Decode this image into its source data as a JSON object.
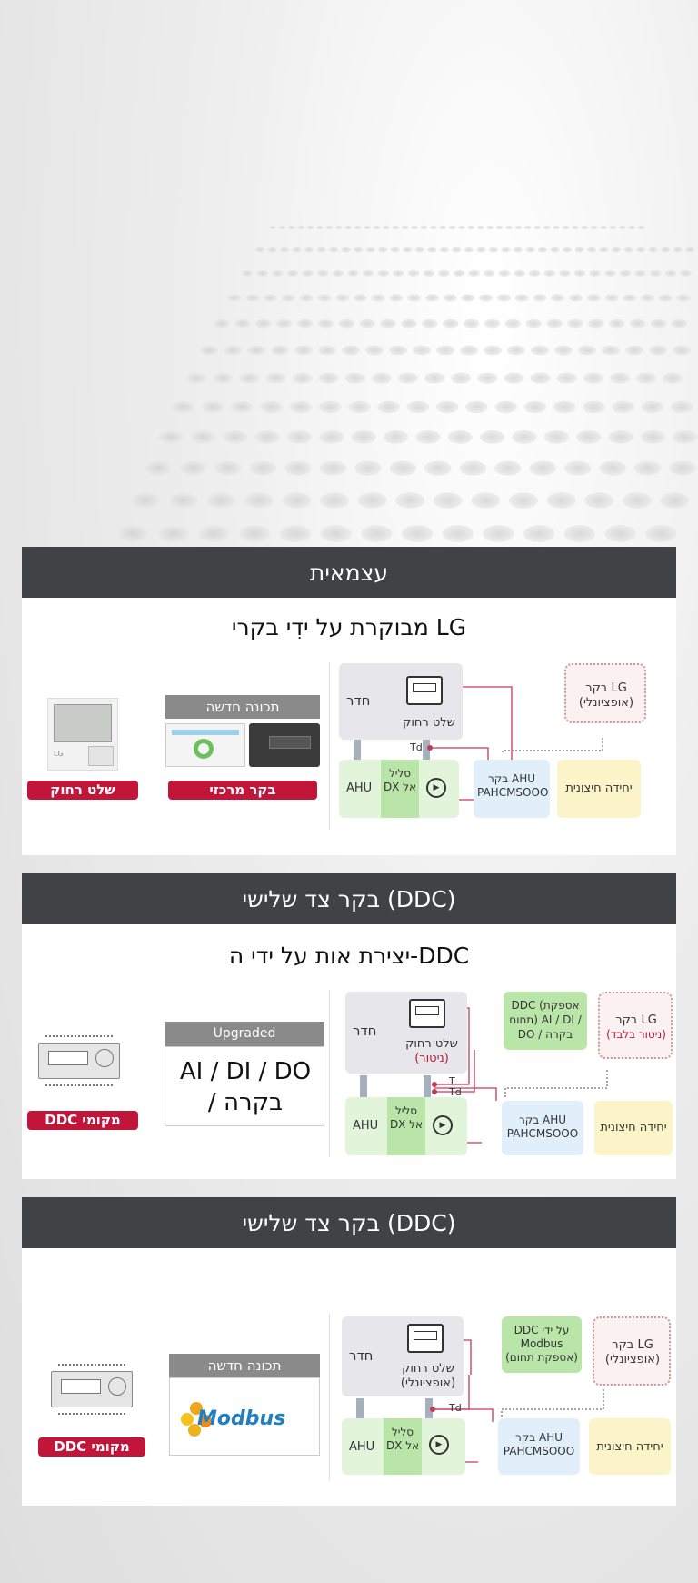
{
  "panel1": {
    "header": "עצמאית",
    "title": "מבוקרת על ידִי בקרי LG",
    "labels": {
      "central": "בקר מרכזי",
      "remote": "שלט רחוק",
      "new_software": "תכונה חדשה"
    },
    "diagram": {
      "room": "חדר",
      "remote": "שלט רחוק",
      "td": "Td",
      "ahu": "AHU",
      "dx": "סליל DX אל",
      "pahc": "בקר AHU PAHCMSOOO",
      "outdoor": "יחידה חיצונית",
      "lg_line1": "בקר LG",
      "lg_line2": "(אופציונלי)"
    }
  },
  "panel2": {
    "header": "בקר צד שלישי (DDC)",
    "title": "יצירת אות על ידי ה-DDC",
    "labels": {
      "upgraded": "Upgraded",
      "aidido_line1": "AI / DI / DO",
      "aidido_line2": "/ בקרה",
      "local_ddc": "DDC מקומי"
    },
    "diagram": {
      "room": "חדר",
      "remote": "שלט רחוק",
      "remote_note": "(ניטור)",
      "ddc_line1": "DDC (אספקת",
      "ddc_line2": "תחום)  AI / DI /",
      "ddc_line3": "DO / בקרה",
      "t": "T",
      "td": "Td",
      "ahu": "AHU",
      "dx": "סליל DX אל",
      "pahc": "בקר AHU PAHCMSOOO",
      "outdoor": "יחידה חיצונית",
      "lg_line1": "בקר LG",
      "lg_line2": "(ניטור בלבד)"
    }
  },
  "panel3": {
    "header": "בקר צד שלישי (DDC)",
    "labels": {
      "new_software": "תכונה חדשה",
      "modbus": "Modbus",
      "local_ddc": "DDC מקומי"
    },
    "diagram": {
      "room": "חדר",
      "remote": "שלט רחוק",
      "remote_note": "(אופציונלי)",
      "ddc_line1": "DDC על ידי",
      "ddc_line2": "Modbus",
      "ddc_line3": "(אספקת תחום)",
      "td": "Td",
      "ahu": "AHU",
      "dx": "סליל DX אל",
      "pahc": "בקר AHU PAHCMSOOO",
      "outdoor": "יחידה חיצונית",
      "lg_line1": "בקר LG",
      "lg_line2": "(אופציונלי)"
    }
  },
  "colors": {
    "header": "#414243",
    "accent": "#c1153a",
    "line": "#c43a58",
    "pipe": "#a6b0bc"
  }
}
